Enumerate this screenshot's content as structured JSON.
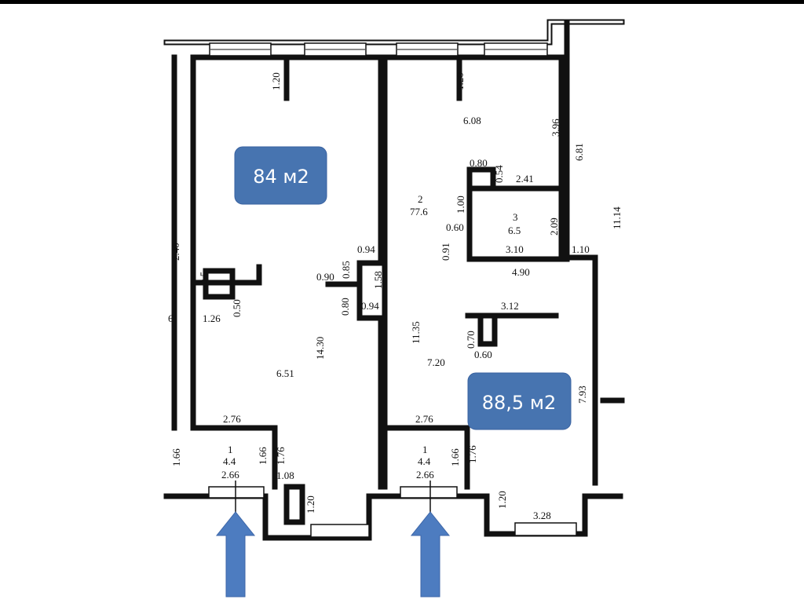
{
  "areas": {
    "left": "84 м2",
    "right": "88,5 м2"
  },
  "colors": {
    "badge": "#4774b0",
    "arrow": "#4d7cc0"
  },
  "labels": {
    "l_window_depth": "1.20",
    "r_window_depth": "1.20",
    "r_608": "6.08",
    "r_396": "3.96",
    "r_681": "6.81",
    "r_080": "0.80",
    "r_054": "0.54",
    "r_241": "2.41",
    "r_room2_num": "2",
    "r_room2_area": "77.6",
    "r_100": "1.00",
    "r_room3_num": "3",
    "r_room3_area": "6.5",
    "r_209": "2.09",
    "r_060a": "0.60",
    "r_1114": "11.14",
    "r_091": "0.91",
    "r_310": "3.10",
    "r_110": "1.10",
    "r_490": "4.90",
    "r_312": "3.12",
    "r_070": "0.70",
    "r_060b": "0.60",
    "r_720": "7.20",
    "r_1135": "11.35",
    "r_793": "7.93",
    "l_240": "2.40",
    "l_05": "0.5",
    "l_126": "1.26",
    "l_050": "0.50",
    "l_094a": "0.94",
    "l_085": "0.85",
    "l_090": "0.90",
    "l_158": "1.58",
    "l_080": "0.80",
    "l_094b": "0.94",
    "l_1430": "14.30",
    "l_651": "6.51",
    "l_276": "2.76",
    "r_276": "2.76",
    "l_166": "1.66",
    "l_room1_num": "1",
    "l_room1_area": "4.4",
    "l_266": "2.66",
    "l_166b": "1.66",
    "l_176": "1.76",
    "l_108": "1.08",
    "l_120b": "1.20",
    "r_room1_num": "1",
    "r_room1_area": "4.4",
    "r_266": "2.66",
    "r_166": "1.66",
    "r_176": "1.76",
    "r_120b": "1.20",
    "r_328": "3.28",
    "edge_6": "6"
  }
}
